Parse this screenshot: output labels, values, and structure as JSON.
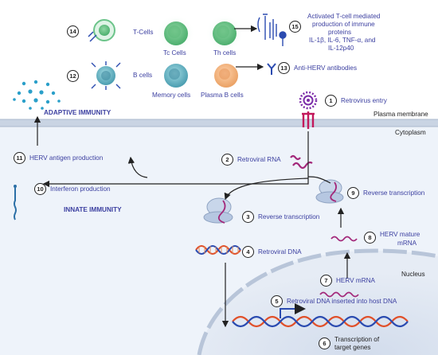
{
  "membrane": {
    "plasma": "Plasma membrane",
    "cytoplasm": "Cytoplasm",
    "nucleus": "Nucleus"
  },
  "immunity": {
    "adaptive": "ADAPTIVE IMMUNITY",
    "innate": "INNATE IMMUNITY"
  },
  "cells": {
    "t_cells": "T-Cells",
    "b_cells": "B cells",
    "tc": "Tc Cells",
    "th": "Th cells",
    "memory": "Memory cells",
    "plasma_b": "Plasma B cells"
  },
  "steps": [
    {
      "n": "1",
      "label": "Retrovirus entry"
    },
    {
      "n": "2",
      "label": "Retroviral RNA"
    },
    {
      "n": "3",
      "label": "Reverse transcription"
    },
    {
      "n": "4",
      "label": "Retroviral DNA"
    },
    {
      "n": "5",
      "label": "Retroviral DNA inserted into host DNA"
    },
    {
      "n": "6",
      "label_line1": "Transcription of",
      "label_line2": "target genes"
    },
    {
      "n": "7",
      "label": "HERV mRNA"
    },
    {
      "n": "8",
      "label_line1": "HERV mature",
      "label_line2": "mRNA"
    },
    {
      "n": "9",
      "label": "Reverse transcription"
    },
    {
      "n": "10",
      "label": "Interferon production"
    },
    {
      "n": "11",
      "label": "HERV antigen production"
    },
    {
      "n": "12"
    },
    {
      "n": "13",
      "label": "Anti-HERV antibodies"
    },
    {
      "n": "14"
    },
    {
      "n": "15",
      "lines": [
        "Activated T-cell mediated",
        "production of immune",
        "proteins",
        "IL-1β, IL-6, TNF-α, and",
        "IL-12p40"
      ]
    }
  ],
  "colors": {
    "label_text": "#3b3fa0",
    "cytoplasm": "#eef3fa",
    "membrane": "#c9d4e3",
    "nucleus": "#dfe6f1",
    "rna": "#a3287a",
    "dna_a": "#e0502a",
    "dna_b": "#2b4bb0",
    "virus": "#7a2aa8",
    "t_cell_green": "#6cc48a",
    "memory_teal": "#5fb0bd",
    "plasma_orange": "#f2b27d",
    "antigen_dot": "#2a9fc9"
  },
  "icons": [
    "retrovirus-icon",
    "ribosome-icon",
    "antibody-icon",
    "dna-helix-icon",
    "rna-strand-icon",
    "t-cell-icon",
    "b-cell-icon"
  ]
}
